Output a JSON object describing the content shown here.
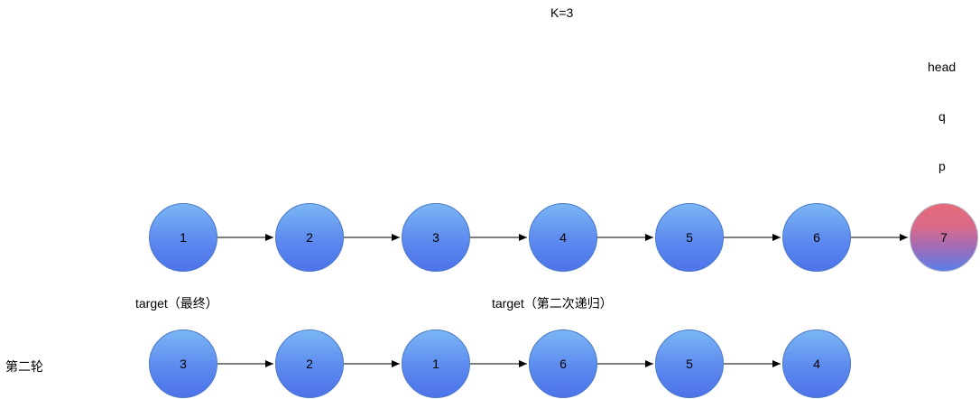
{
  "header": {
    "k_label": "K=3"
  },
  "pointers": {
    "head": "head",
    "q": "q",
    "p": "p"
  },
  "row1": {
    "nodes": [
      "1",
      "2",
      "3",
      "4",
      "5",
      "6",
      "7"
    ]
  },
  "annotations": {
    "target_final": "target（最终）",
    "target_second": "target（第二次递归）",
    "round_label": "第二轮"
  },
  "row2": {
    "nodes": [
      "3",
      "2",
      "1",
      "6",
      "5",
      "4"
    ]
  },
  "colors": {
    "node_fill_top": "#7ab6f4",
    "node_fill_bottom": "#4d74ea",
    "highlight_top": "#e76a78",
    "arrow": "#000000"
  }
}
